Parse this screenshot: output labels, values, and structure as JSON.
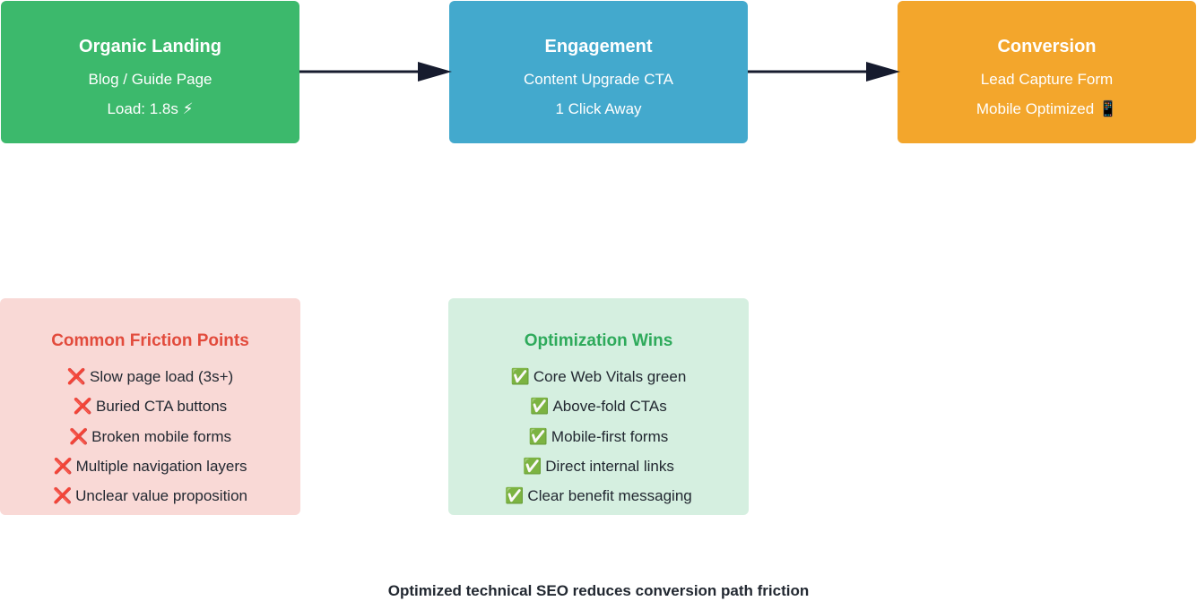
{
  "steps": {
    "landing": {
      "title": "Organic Landing",
      "line1": "Blog / Guide Page",
      "line2": "Load: 1.8s ⚡",
      "color": "#3cb96c"
    },
    "engagement": {
      "title": "Engagement",
      "line1": "Content Upgrade CTA",
      "line2": "1 Click Away",
      "color": "#43a9cd"
    },
    "conversion": {
      "title": "Conversion",
      "line1": "Lead Capture Form",
      "line2": "Mobile Optimized 📱",
      "color": "#f3a62c"
    }
  },
  "friction": {
    "title": "Common Friction Points",
    "items": [
      {
        "glyph": "❌",
        "text": "Slow page load (3s+)"
      },
      {
        "glyph": "❌",
        "text": "Buried CTA buttons"
      },
      {
        "glyph": "❌",
        "text": "Broken mobile forms"
      },
      {
        "glyph": "❌",
        "text": "Multiple navigation layers"
      },
      {
        "glyph": "❌",
        "text": "Unclear value proposition"
      }
    ]
  },
  "wins": {
    "title": "Optimization Wins",
    "items": [
      {
        "glyph": "✅",
        "text": "Core Web Vitals green"
      },
      {
        "glyph": "✅",
        "text": "Above-fold CTAs"
      },
      {
        "glyph": "✅",
        "text": "Mobile-first forms"
      },
      {
        "glyph": "✅",
        "text": "Direct internal links"
      },
      {
        "glyph": "✅",
        "text": "Clear benefit messaging"
      }
    ]
  },
  "caption": "Optimized technical SEO reduces conversion path friction"
}
